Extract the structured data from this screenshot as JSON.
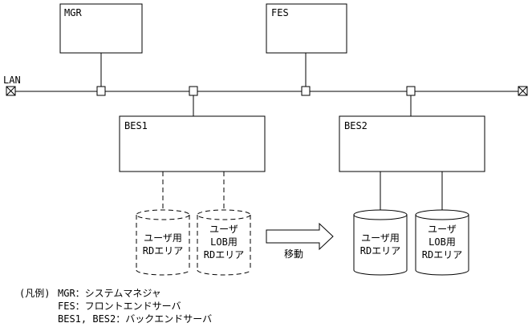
{
  "network": {
    "lan_label": "LAN"
  },
  "servers": {
    "mgr": "MGR",
    "fes": "FES",
    "bes1": "BES1",
    "bes2": "BES2"
  },
  "areas": {
    "bes1_user": [
      "ユーザ用",
      "RDエリア"
    ],
    "bes1_lob": [
      "ユーザ",
      "LOB用",
      "RDエリア"
    ],
    "bes2_user": [
      "ユーザ用",
      "RDエリア"
    ],
    "bes2_lob": [
      "ユーザ",
      "LOB用",
      "RDエリア"
    ]
  },
  "arrow_label": "移動",
  "legend": {
    "heading": "(凡例)",
    "items": [
      "MGR：システムマネジャ",
      "FES：フロントエンドサーバ",
      "BES1, BES2：バックエンドサーバ"
    ]
  },
  "colors": {
    "line": "#000000",
    "background": "#ffffff"
  }
}
